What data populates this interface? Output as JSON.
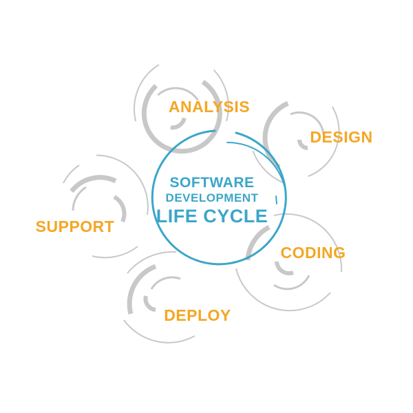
{
  "center": {
    "line1": "SOFTWARE",
    "line2": "DEVELOPMENT",
    "line3": "LIFE CYCLE"
  },
  "stages": [
    {
      "id": "analysis",
      "label": "ANALYSIS"
    },
    {
      "id": "design",
      "label": "DESIGN"
    },
    {
      "id": "coding",
      "label": "CODING"
    },
    {
      "id": "deploy",
      "label": "DEPLOY"
    },
    {
      "id": "support",
      "label": "SUPPORT"
    }
  ],
  "colors": {
    "accent_orange": "#F5A623",
    "accent_blue": "#3BA6C9",
    "ring_gray": "#C8C8C8"
  }
}
